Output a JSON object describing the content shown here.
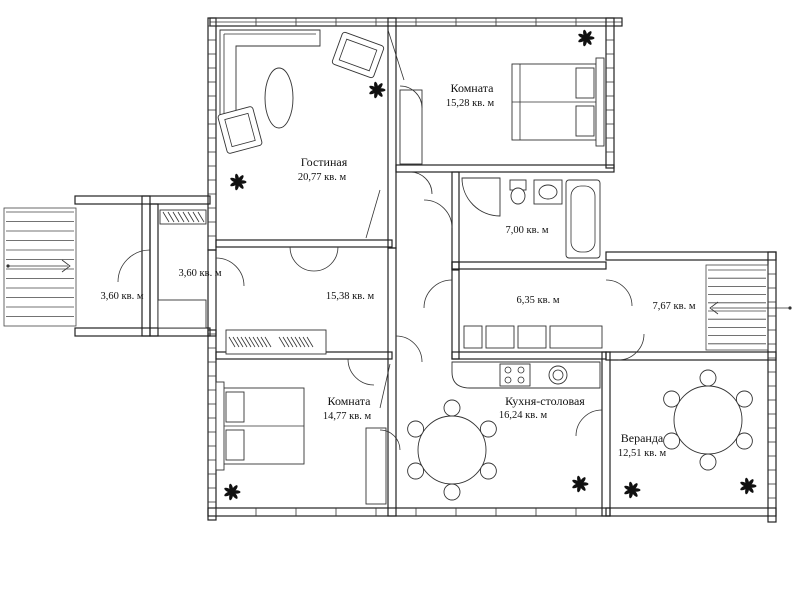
{
  "rooms": [
    {
      "id": "living",
      "name": "Гостиная",
      "area": "20,77 кв. м"
    },
    {
      "id": "room1",
      "name": "Комната",
      "area": "15,28 кв. м"
    },
    {
      "id": "bath",
      "name": "",
      "area": "7,00 кв. м"
    },
    {
      "id": "vest1",
      "name": "",
      "area": "3,60 кв. м"
    },
    {
      "id": "porch",
      "name": "",
      "area": "3,60 кв. м"
    },
    {
      "id": "hall",
      "name": "",
      "area": "15,38 кв. м"
    },
    {
      "id": "utility",
      "name": "",
      "area": "6,35 кв. м"
    },
    {
      "id": "vest2",
      "name": "",
      "area": "7,67 кв. м"
    },
    {
      "id": "room2",
      "name": "Комната",
      "area": "14,77 кв. м"
    },
    {
      "id": "kitchen",
      "name": "Кухня-столовая",
      "area": "16,24 кв. м"
    },
    {
      "id": "veranda",
      "name": "Веранда",
      "area": "12,51 кв. м"
    }
  ]
}
